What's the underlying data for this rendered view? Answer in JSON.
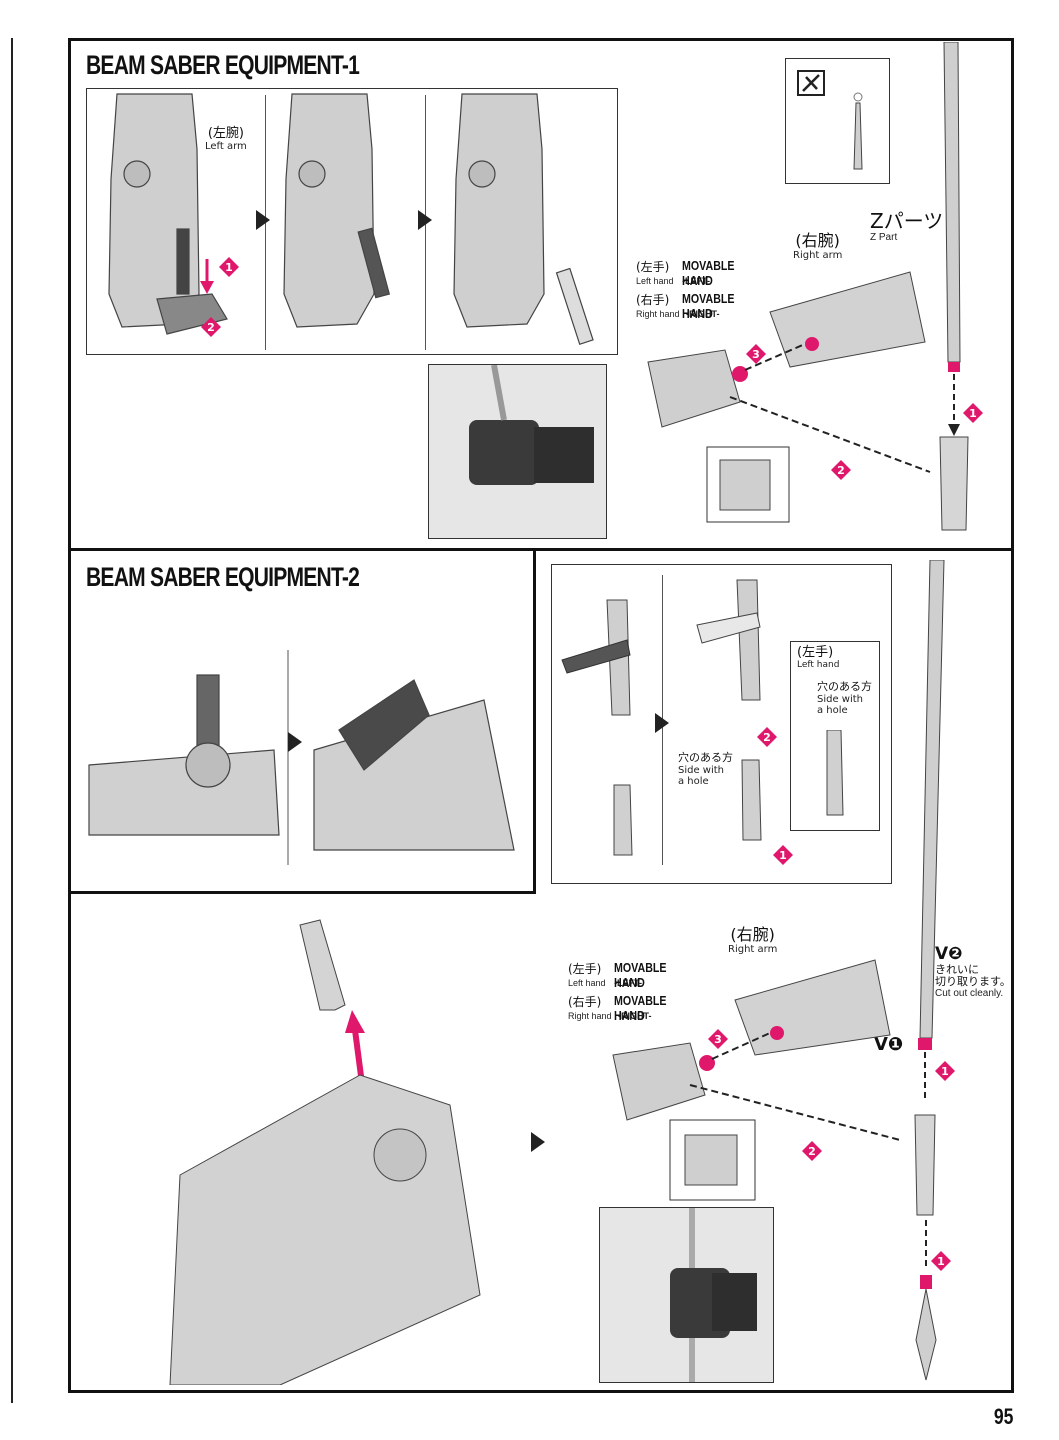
{
  "page_number": "95",
  "section1": {
    "title": "BEAM SABER EQUIPMENT-1",
    "left_arm_jp": "(左腕)",
    "left_arm_en": "Left arm",
    "right_arm_jp": "(右腕)",
    "right_arm_en": "Right arm",
    "z_parts_jp": "Zパーツ",
    "z_parts_en": "Z Part",
    "left_hand_jp": "(左手)",
    "left_hand_en": "Left hand",
    "left_hand_label": "MOVABLE HAND",
    "left_hand_side": "-LEFT-",
    "right_hand_jp": "(右手)",
    "right_hand_en": "Right hand",
    "right_hand_label": "MOVABLE HAND",
    "right_hand_side": "-RIGHT-",
    "steps": [
      "1",
      "2",
      "3"
    ]
  },
  "section2": {
    "title": "BEAM SABER EQUIPMENT-2",
    "left_hand_box_jp": "(左手)",
    "left_hand_box_en": "Left hand",
    "hole_side_jp": "穴のある方",
    "hole_side_en_1": "Side with",
    "hole_side_en_2": "a hole",
    "right_arm_jp": "(右腕)",
    "right_arm_en": "Right arm",
    "left_hand_jp": "(左手)",
    "left_hand_en": "Left hand",
    "left_hand_label": "MOVABLE HAND",
    "left_hand_side": "-LEFT-",
    "right_hand_jp": "(右手)",
    "right_hand_en": "Right hand",
    "right_hand_label": "MOVABLE HAND",
    "right_hand_side": "-RIGHT-",
    "v2_label": "V❷",
    "cut_jp_1": "きれいに",
    "cut_jp_2": "切り取ります。",
    "cut_en": "Cut out cleanly.",
    "v1_label": "V❶",
    "steps": [
      "1",
      "2",
      "3"
    ]
  },
  "colors": {
    "accent": "#e0186c",
    "frame": "#111111",
    "panel": "#e6e6e6",
    "part": "#c9c9c9"
  },
  "icons": [
    "nipper-icon",
    "step-marker-icon",
    "next-step-arrow-icon"
  ]
}
